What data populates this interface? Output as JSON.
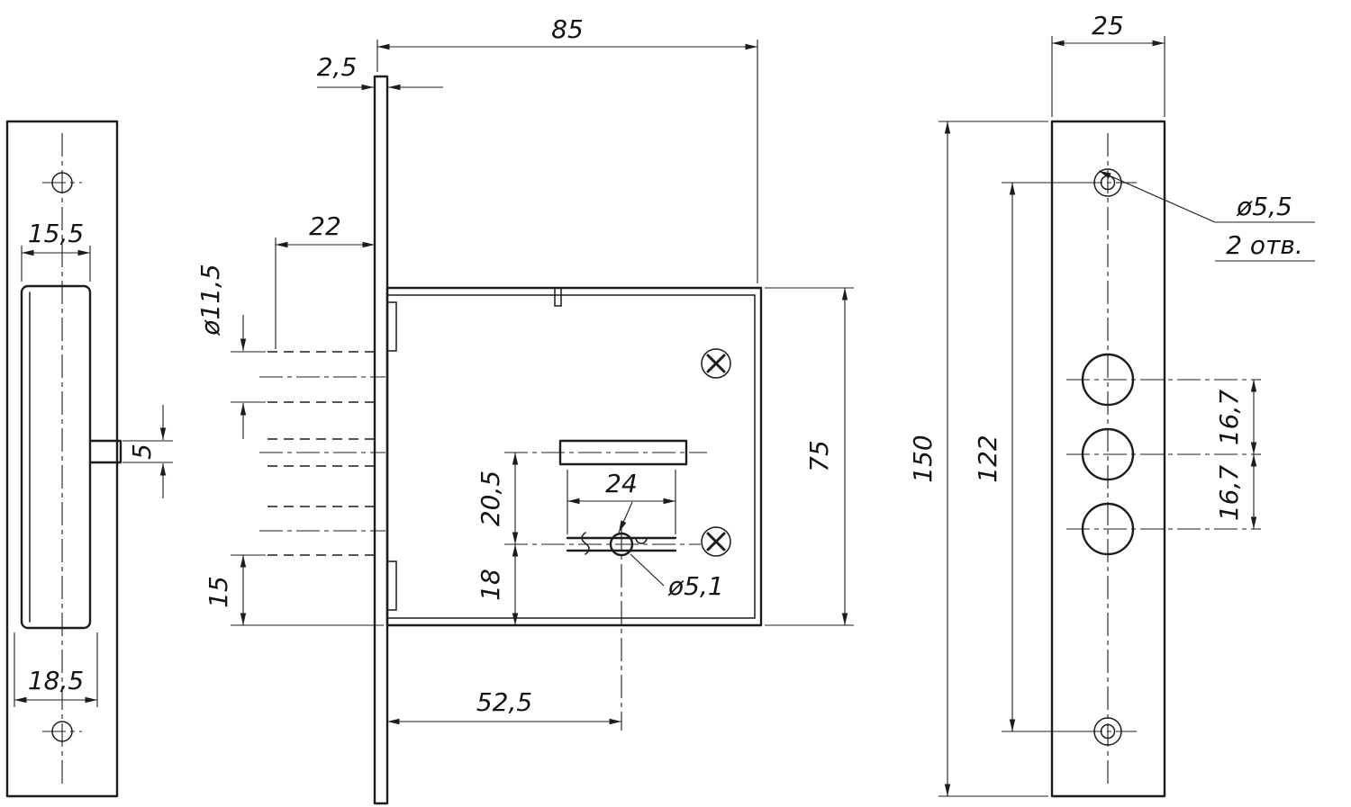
{
  "drawing": {
    "views": {
      "box_side": {
        "dim_inner_width": "15,5",
        "dim_outer_width": "18,5",
        "dim_tab_height": "5"
      },
      "lock_front": {
        "dim_body_depth": "85",
        "dim_faceplate_thickness": "2,5",
        "dim_slot_depth": "22",
        "dim_slot_diameter": "ø11,5",
        "dim_bottom_margin": "15",
        "dim_body_height": "75",
        "dim_bolt_to_keyhole": "20,5",
        "dim_keyhole_to_bottom": "18",
        "dim_key_slot_length": "24",
        "dim_keyhole_diameter": "ø5,1",
        "dim_keyhole_offset": "52,5"
      },
      "faceplate_front": {
        "dim_width": "25",
        "dim_height": "150",
        "dim_screw_spacing": "122",
        "dim_screw_hole_diameter": "ø5,5",
        "dim_screw_hole_count": "2 отв.",
        "dim_circle_pitch_top": "16,7",
        "dim_circle_pitch_bottom": "16,7"
      }
    },
    "colors": {
      "line": "#1c1c1c",
      "background": "#ffffff"
    }
  }
}
